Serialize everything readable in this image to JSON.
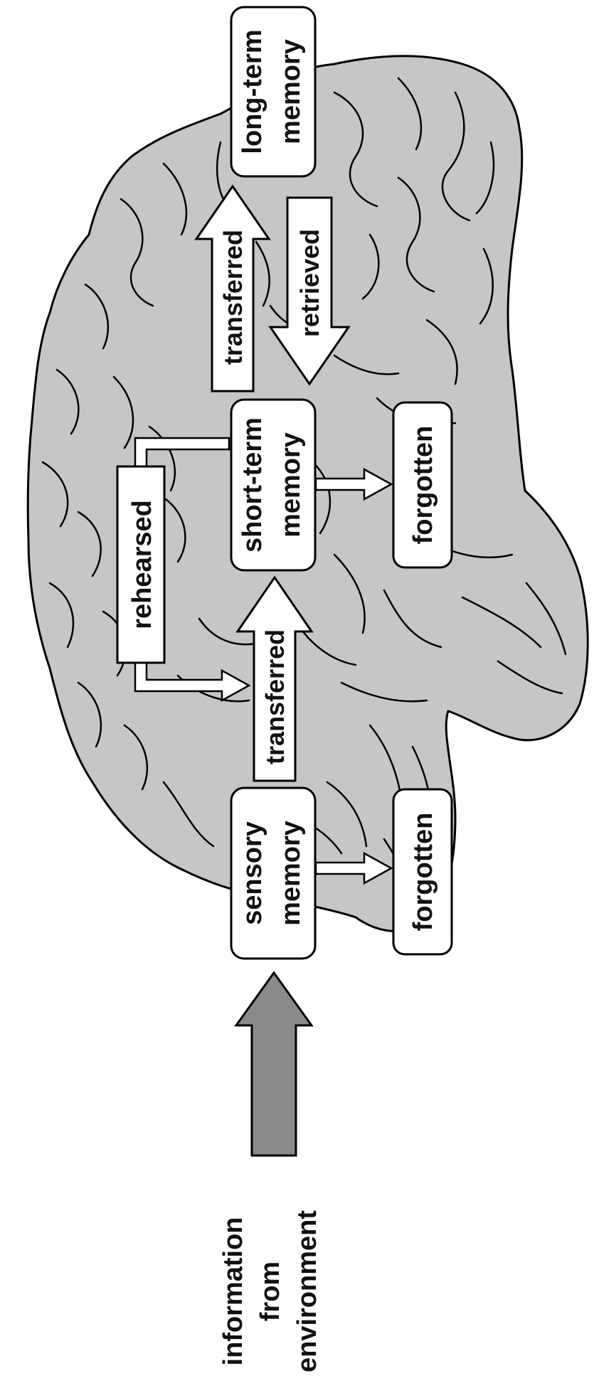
{
  "diagram": {
    "colors": {
      "brain_fill": "#c6c6c6",
      "outline": "#000000",
      "box_fill": "#ffffff",
      "input_arrow_fill": "#8a8a8a",
      "text": "#111111"
    },
    "nodes": {
      "long_term": {
        "line1": "long-term",
        "line2": "memory"
      },
      "short_term": {
        "line1": "short-term",
        "line2": "memory"
      },
      "sensory": {
        "line1": "sensory",
        "line2": "memory"
      },
      "forgotten_short": {
        "label": "forgotten"
      },
      "forgotten_sensory": {
        "label": "forgotten"
      },
      "rehearsed": {
        "label": "rehearsed"
      }
    },
    "edges": {
      "transferred_to_long_term": "transferred",
      "retrieved": "retrieved",
      "transferred_to_short_term": "transferred"
    },
    "input": {
      "line1": "information",
      "line2": "from",
      "line3": "environment"
    }
  }
}
